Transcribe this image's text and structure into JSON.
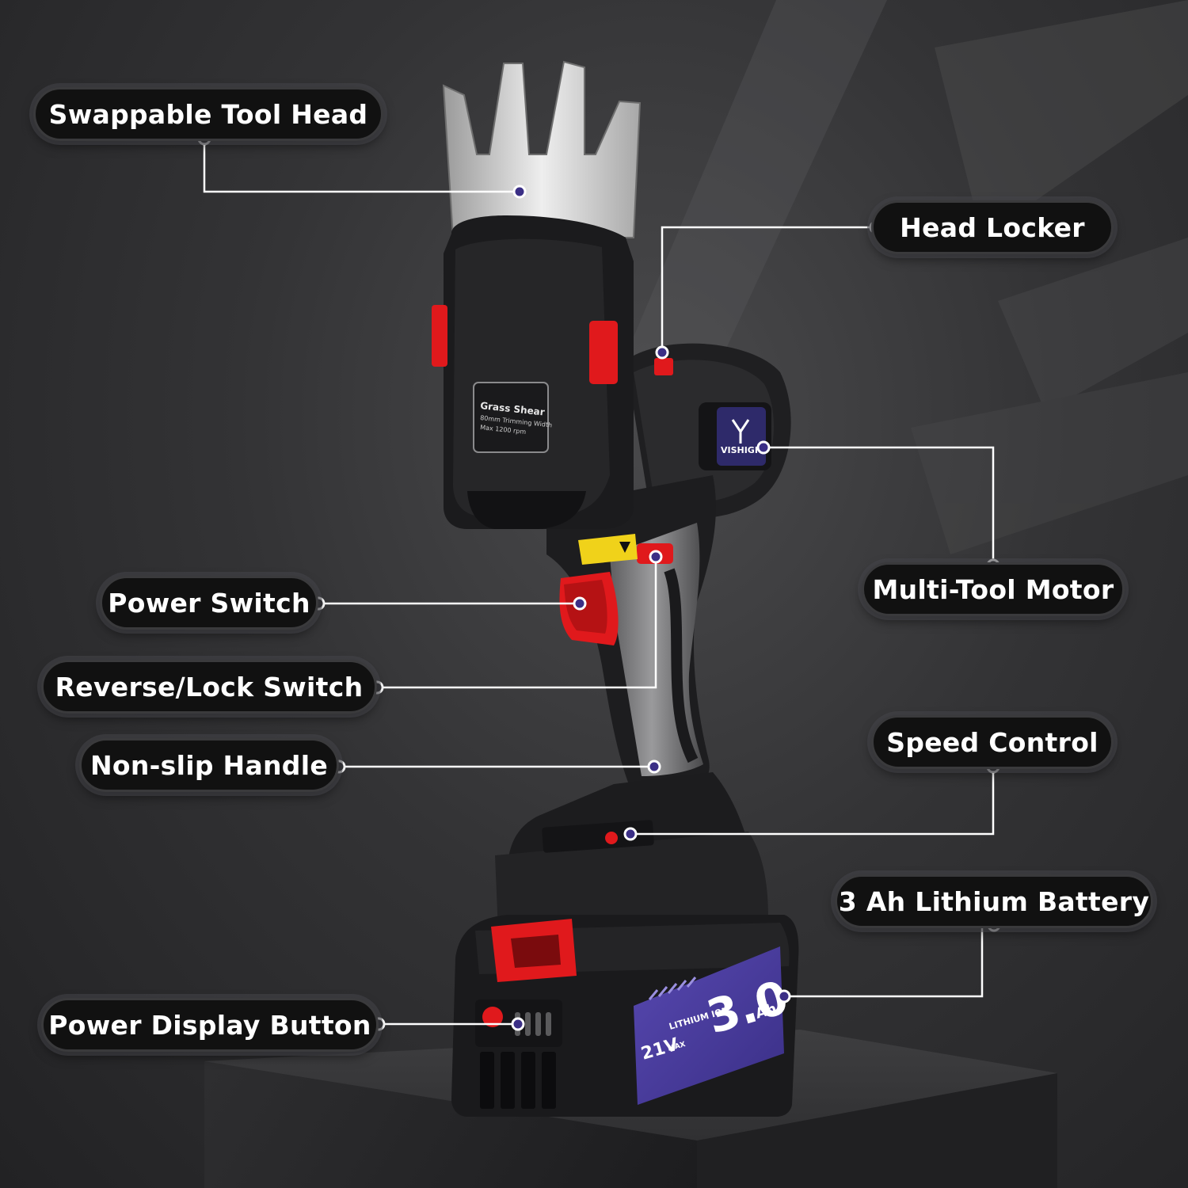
{
  "callouts": {
    "swappable_tool_head": "Swappable Tool Head",
    "head_locker": "Head Locker",
    "multi_tool_motor": "Multi-Tool Motor",
    "power_switch": "Power Switch",
    "reverse_lock_switch": "Reverse/Lock Switch",
    "non_slip_handle": "Non-slip Handle",
    "speed_control": "Speed Control",
    "lithium_battery": "3 Ah Lithium Battery",
    "power_display_button": "Power Display Button"
  },
  "head_label": {
    "title": "Grass Shear",
    "line1": "80mm Trimming Width",
    "line2": "Max 1200 rpm"
  },
  "motor_brand": "VISHIGH",
  "battery": {
    "capacity_big": "3.0",
    "capacity_unit": "Ah",
    "chemistry": "LITHIUM ION",
    "voltage": "21V",
    "voltage_suffix": "MAX"
  },
  "colors": {
    "accent_red": "#e0191c",
    "battery_purple": "#4a3e9e",
    "callout_bg": "#111111"
  }
}
